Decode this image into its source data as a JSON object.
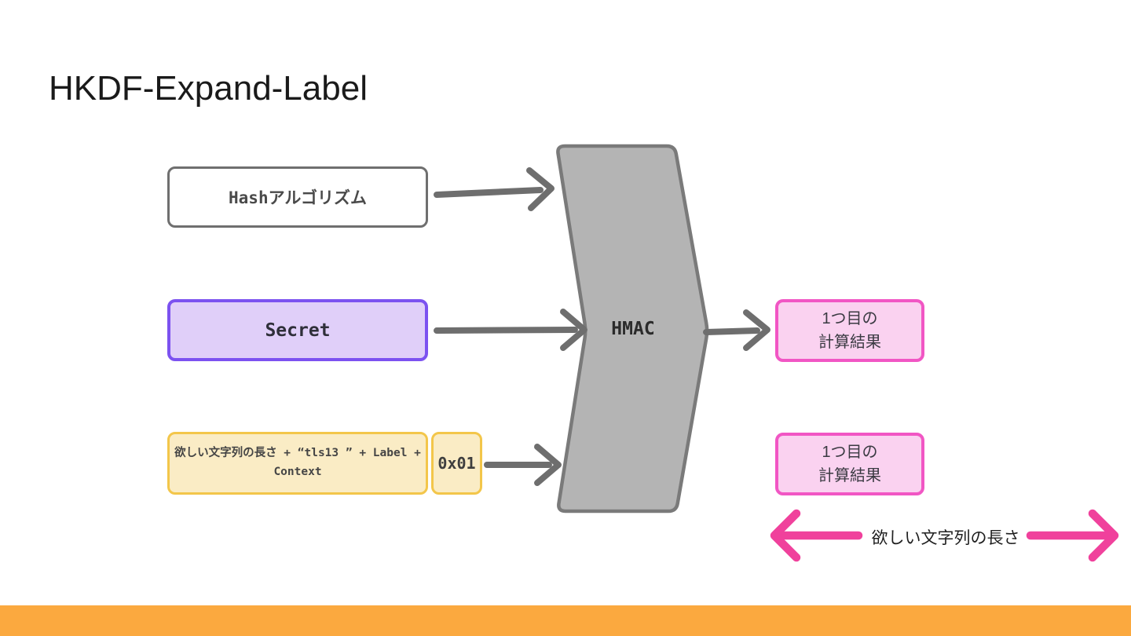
{
  "slide": {
    "title": "HKDF-Expand-Label"
  },
  "nodes": {
    "hash": {
      "label": "Hashアルゴリズム"
    },
    "secret": {
      "label": "Secret"
    },
    "params": {
      "line1": "欲しい文字列の長さ + “tls13 ” + Label +",
      "line2": "Context"
    },
    "byte": {
      "label": "0x01"
    },
    "hmac": {
      "label": "HMAC"
    },
    "result1": {
      "line1": "1つ目の",
      "line2": "計算結果"
    },
    "result2": {
      "line1": "1つ目の",
      "line2": "計算結果"
    }
  },
  "annotation": {
    "length_label": "欲しい文字列の長さ"
  },
  "colors": {
    "footer_orange": "#FBA93F",
    "secret_border": "#7C52F0",
    "secret_fill": "#E0CFF9",
    "yellow_border": "#F3C64A",
    "yellow_fill": "#FAECC5",
    "pink_border": "#F156C4",
    "pink_fill": "#FAD2F0",
    "pink_arrow": "#F0419C",
    "hmac_fill": "#B4B4B4",
    "hmac_border": "#7A7A7A",
    "connector_gray": "#6E6E6E",
    "hash_border": "#6F6F6F"
  }
}
